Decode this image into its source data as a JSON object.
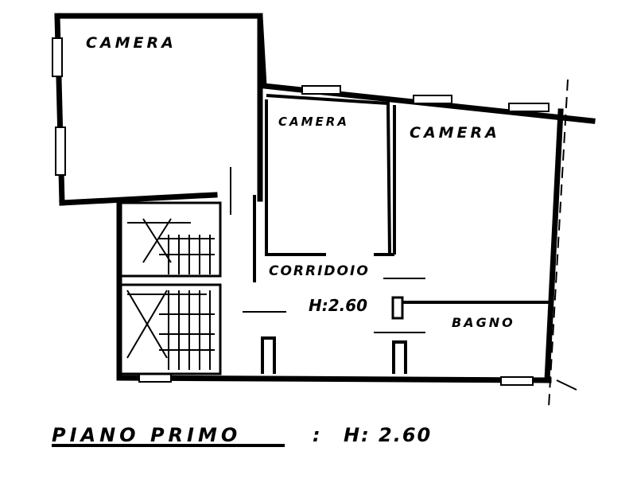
{
  "rooms": {
    "camera_1": "CAMERA",
    "camera_2": "CAMERA",
    "camera_3": "CAMERA",
    "corridoio": "CORRIDOIO",
    "bagno": "BAGNO",
    "height": "H:2.60"
  },
  "caption": {
    "floor": "PIANO PRIMO",
    "separator": ":",
    "height": "H: 2.60"
  }
}
